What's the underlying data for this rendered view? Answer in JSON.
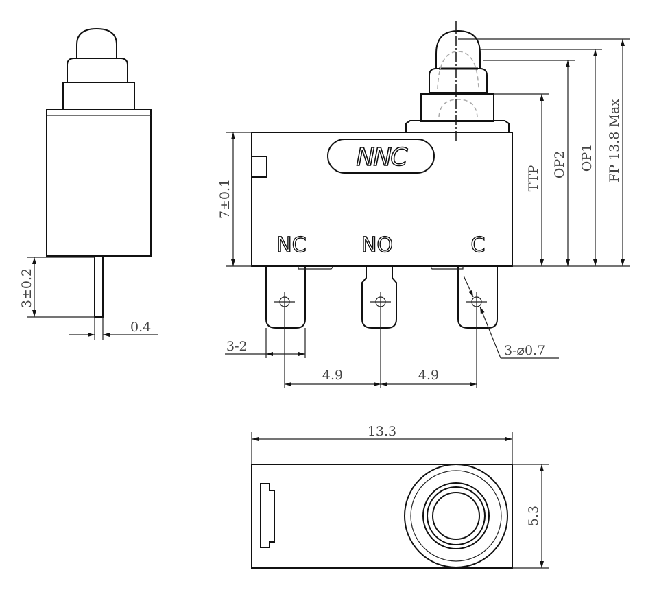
{
  "brand": "NNC",
  "terminals": [
    "NC",
    "NO",
    "C"
  ],
  "dimensions": {
    "pin_length": "3±0.2",
    "pin_thickness": "0.4",
    "body_height": "7±0.1",
    "terminal_width": "3-2",
    "pitch_1": "4.9",
    "pitch_2": "4.9",
    "hole_dia": "3-⌀0.7",
    "ttp": "TTP",
    "op2": "OP2",
    "op1": "OP1",
    "fp": "FP 13.8 Max",
    "length": "13.3",
    "width": "5.3"
  }
}
